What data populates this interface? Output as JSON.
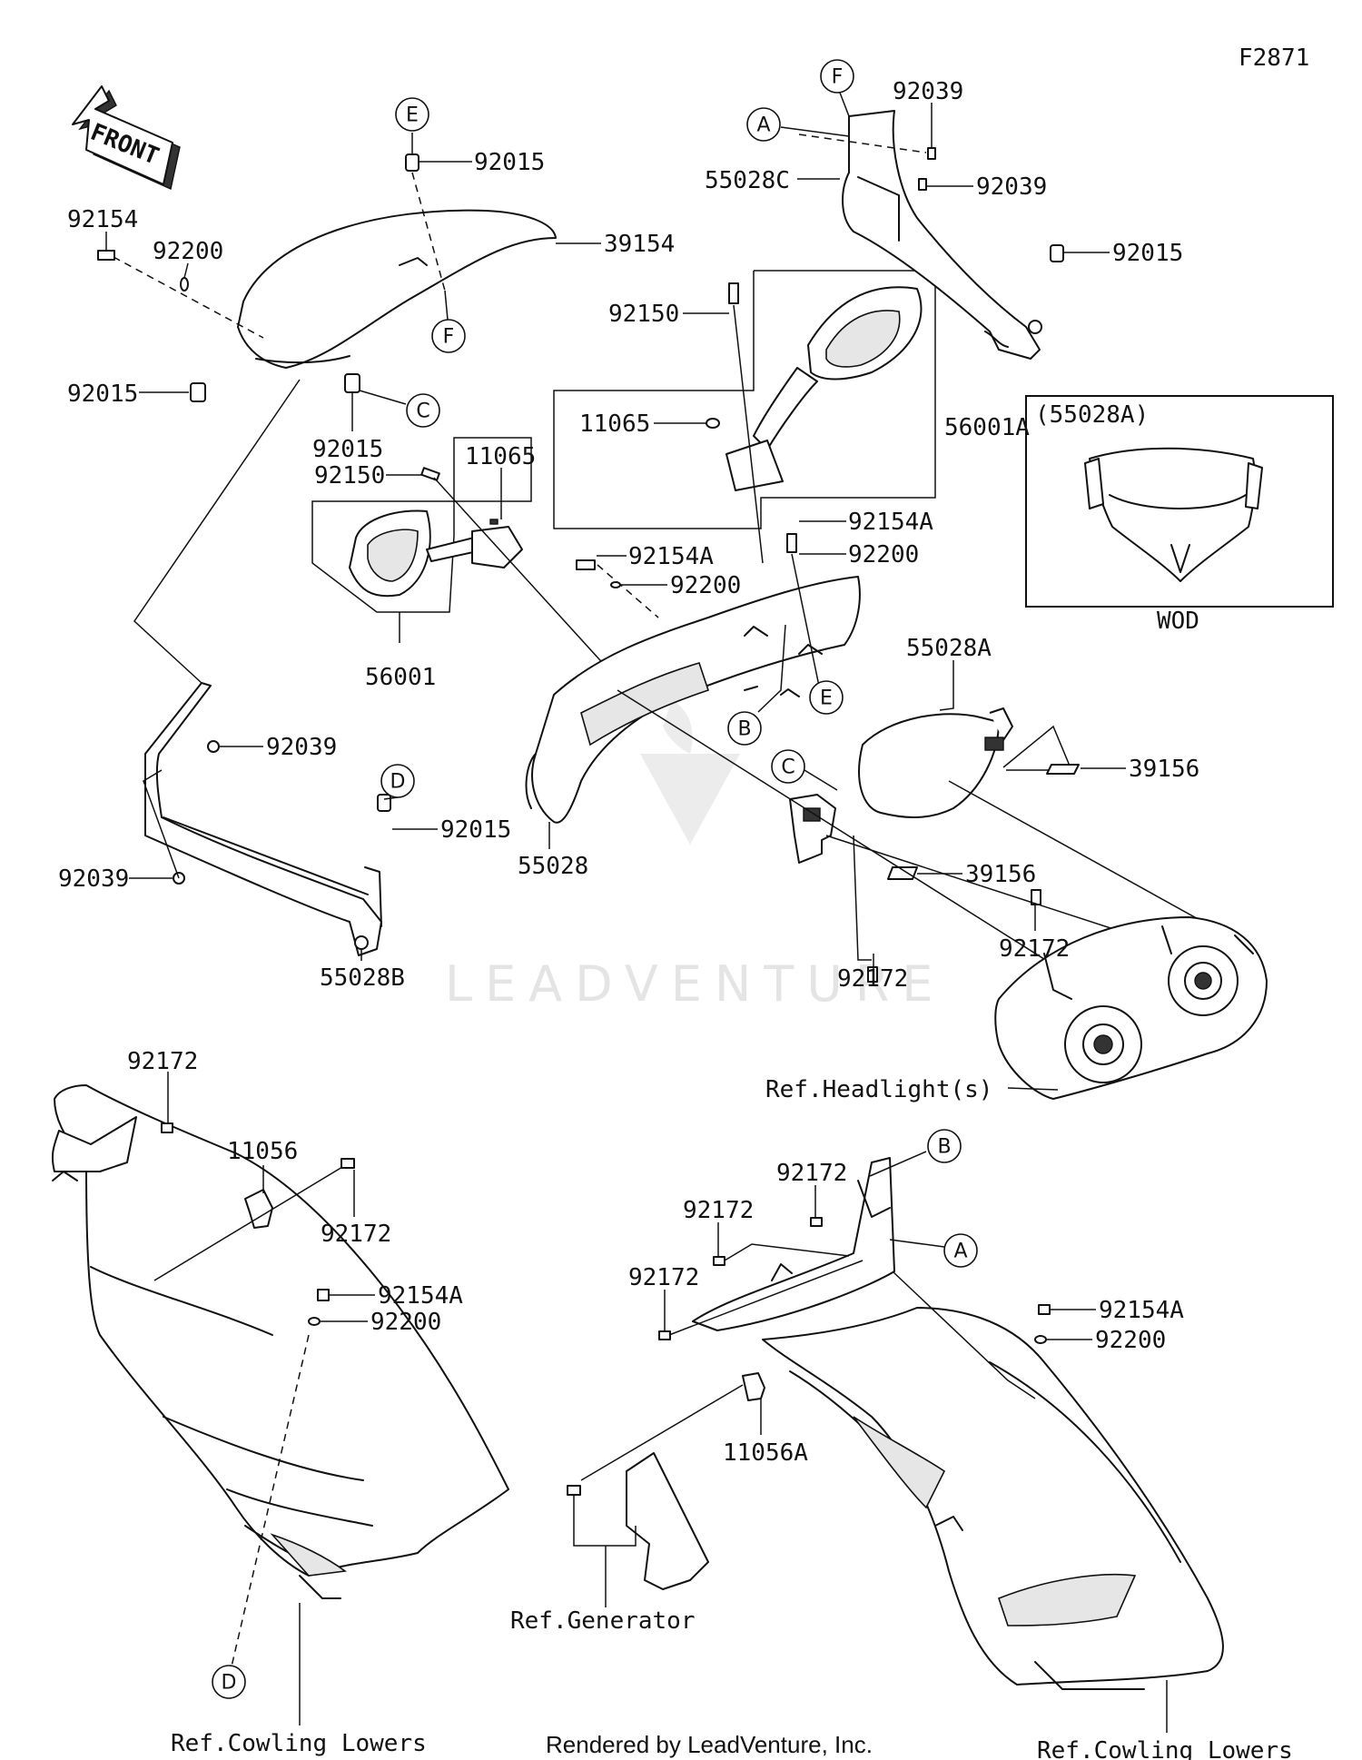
{
  "figure_id": "F2871",
  "front_label": "FRONT",
  "watermark": "LEADVENTURE",
  "footer": "Rendered by LeadVenture, Inc.",
  "inset": {
    "title": "(55028A)",
    "caption": "WOD"
  },
  "references": {
    "headlight": "Ref.Headlight(s)",
    "generator": "Ref.Generator",
    "cowling_left": "Ref.Cowling Lowers",
    "cowling_right": "Ref.Cowling Lowers"
  },
  "parts": [
    {
      "id": "p1",
      "text": "92015"
    },
    {
      "id": "p2",
      "text": "39154"
    },
    {
      "id": "p3",
      "text": "92154"
    },
    {
      "id": "p4",
      "text": "92200"
    },
    {
      "id": "p5",
      "text": "92015"
    },
    {
      "id": "p6",
      "text": "92015"
    },
    {
      "id": "p7",
      "text": "92039"
    },
    {
      "id": "p8",
      "text": "55028C"
    },
    {
      "id": "p9",
      "text": "92039"
    },
    {
      "id": "p10",
      "text": "92015"
    },
    {
      "id": "p11",
      "text": "92150"
    },
    {
      "id": "p12",
      "text": "11065"
    },
    {
      "id": "p13",
      "text": "56001A"
    },
    {
      "id": "p14",
      "text": "11065"
    },
    {
      "id": "p15",
      "text": "92150"
    },
    {
      "id": "p16",
      "text": "56001"
    },
    {
      "id": "p17",
      "text": "92154A"
    },
    {
      "id": "p18",
      "text": "92200"
    },
    {
      "id": "p19",
      "text": "92154A"
    },
    {
      "id": "p20",
      "text": "92200"
    },
    {
      "id": "p21",
      "text": "55028A"
    },
    {
      "id": "p22",
      "text": "39156"
    },
    {
      "id": "p23",
      "text": "39156"
    },
    {
      "id": "p24",
      "text": "92172"
    },
    {
      "id": "p25",
      "text": "92172"
    },
    {
      "id": "p26",
      "text": "92039"
    },
    {
      "id": "p27",
      "text": "92015"
    },
    {
      "id": "p28",
      "text": "92039"
    },
    {
      "id": "p29",
      "text": "55028B"
    },
    {
      "id": "p30",
      "text": "55028"
    },
    {
      "id": "p31",
      "text": "92172"
    },
    {
      "id": "p32",
      "text": "11056"
    },
    {
      "id": "p33",
      "text": "92172"
    },
    {
      "id": "p34",
      "text": "92154A"
    },
    {
      "id": "p35",
      "text": "92200"
    },
    {
      "id": "p36",
      "text": "92172"
    },
    {
      "id": "p37",
      "text": "92172"
    },
    {
      "id": "p38",
      "text": "92172"
    },
    {
      "id": "p39",
      "text": "92154A"
    },
    {
      "id": "p40",
      "text": "92200"
    },
    {
      "id": "p41",
      "text": "11056A"
    }
  ],
  "callouts": [
    {
      "id": "c1",
      "text": "E"
    },
    {
      "id": "c2",
      "text": "F"
    },
    {
      "id": "c3",
      "text": "C"
    },
    {
      "id": "c4",
      "text": "F"
    },
    {
      "id": "c5",
      "text": "A"
    },
    {
      "id": "c6",
      "text": "B"
    },
    {
      "id": "c7",
      "text": "E"
    },
    {
      "id": "c8",
      "text": "C"
    },
    {
      "id": "c9",
      "text": "D"
    },
    {
      "id": "c10",
      "text": "B"
    },
    {
      "id": "c11",
      "text": "A"
    },
    {
      "id": "c12",
      "text": "D"
    }
  ]
}
